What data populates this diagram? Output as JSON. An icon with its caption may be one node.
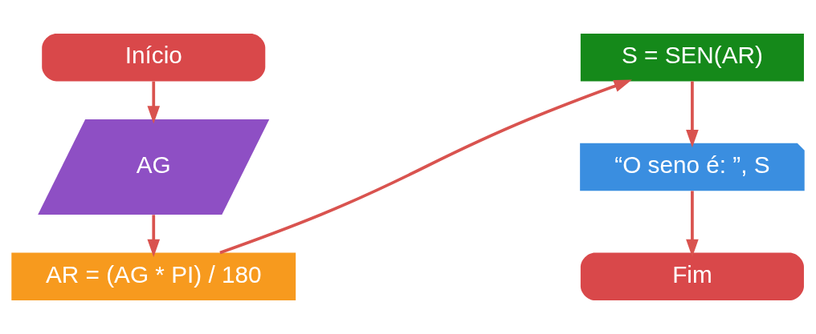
{
  "diagram": {
    "nodes": [
      {
        "text": [
          "Início"
        ]
      },
      {
        "text": [
          "AG"
        ]
      },
      {
        "text": [
          "AR = (AG * PI) / 180"
        ]
      },
      {
        "text": [
          "S = SEN(AR)"
        ]
      },
      {
        "text": [
          "“O seno é: ”, S"
        ]
      },
      {
        "text": [
          "Fim"
        ]
      }
    ],
    "edges": [
      {
        "from": 0,
        "to": 1,
        "arrow": "to"
      },
      {
        "from": 1,
        "to": 2,
        "arrow": "to"
      },
      {
        "from": 2,
        "to": 3,
        "arrow": "to"
      },
      {
        "from": 3,
        "to": 4,
        "arrow": "to"
      },
      {
        "from": 4,
        "to": 5,
        "arrow": "to"
      }
    ]
  }
}
